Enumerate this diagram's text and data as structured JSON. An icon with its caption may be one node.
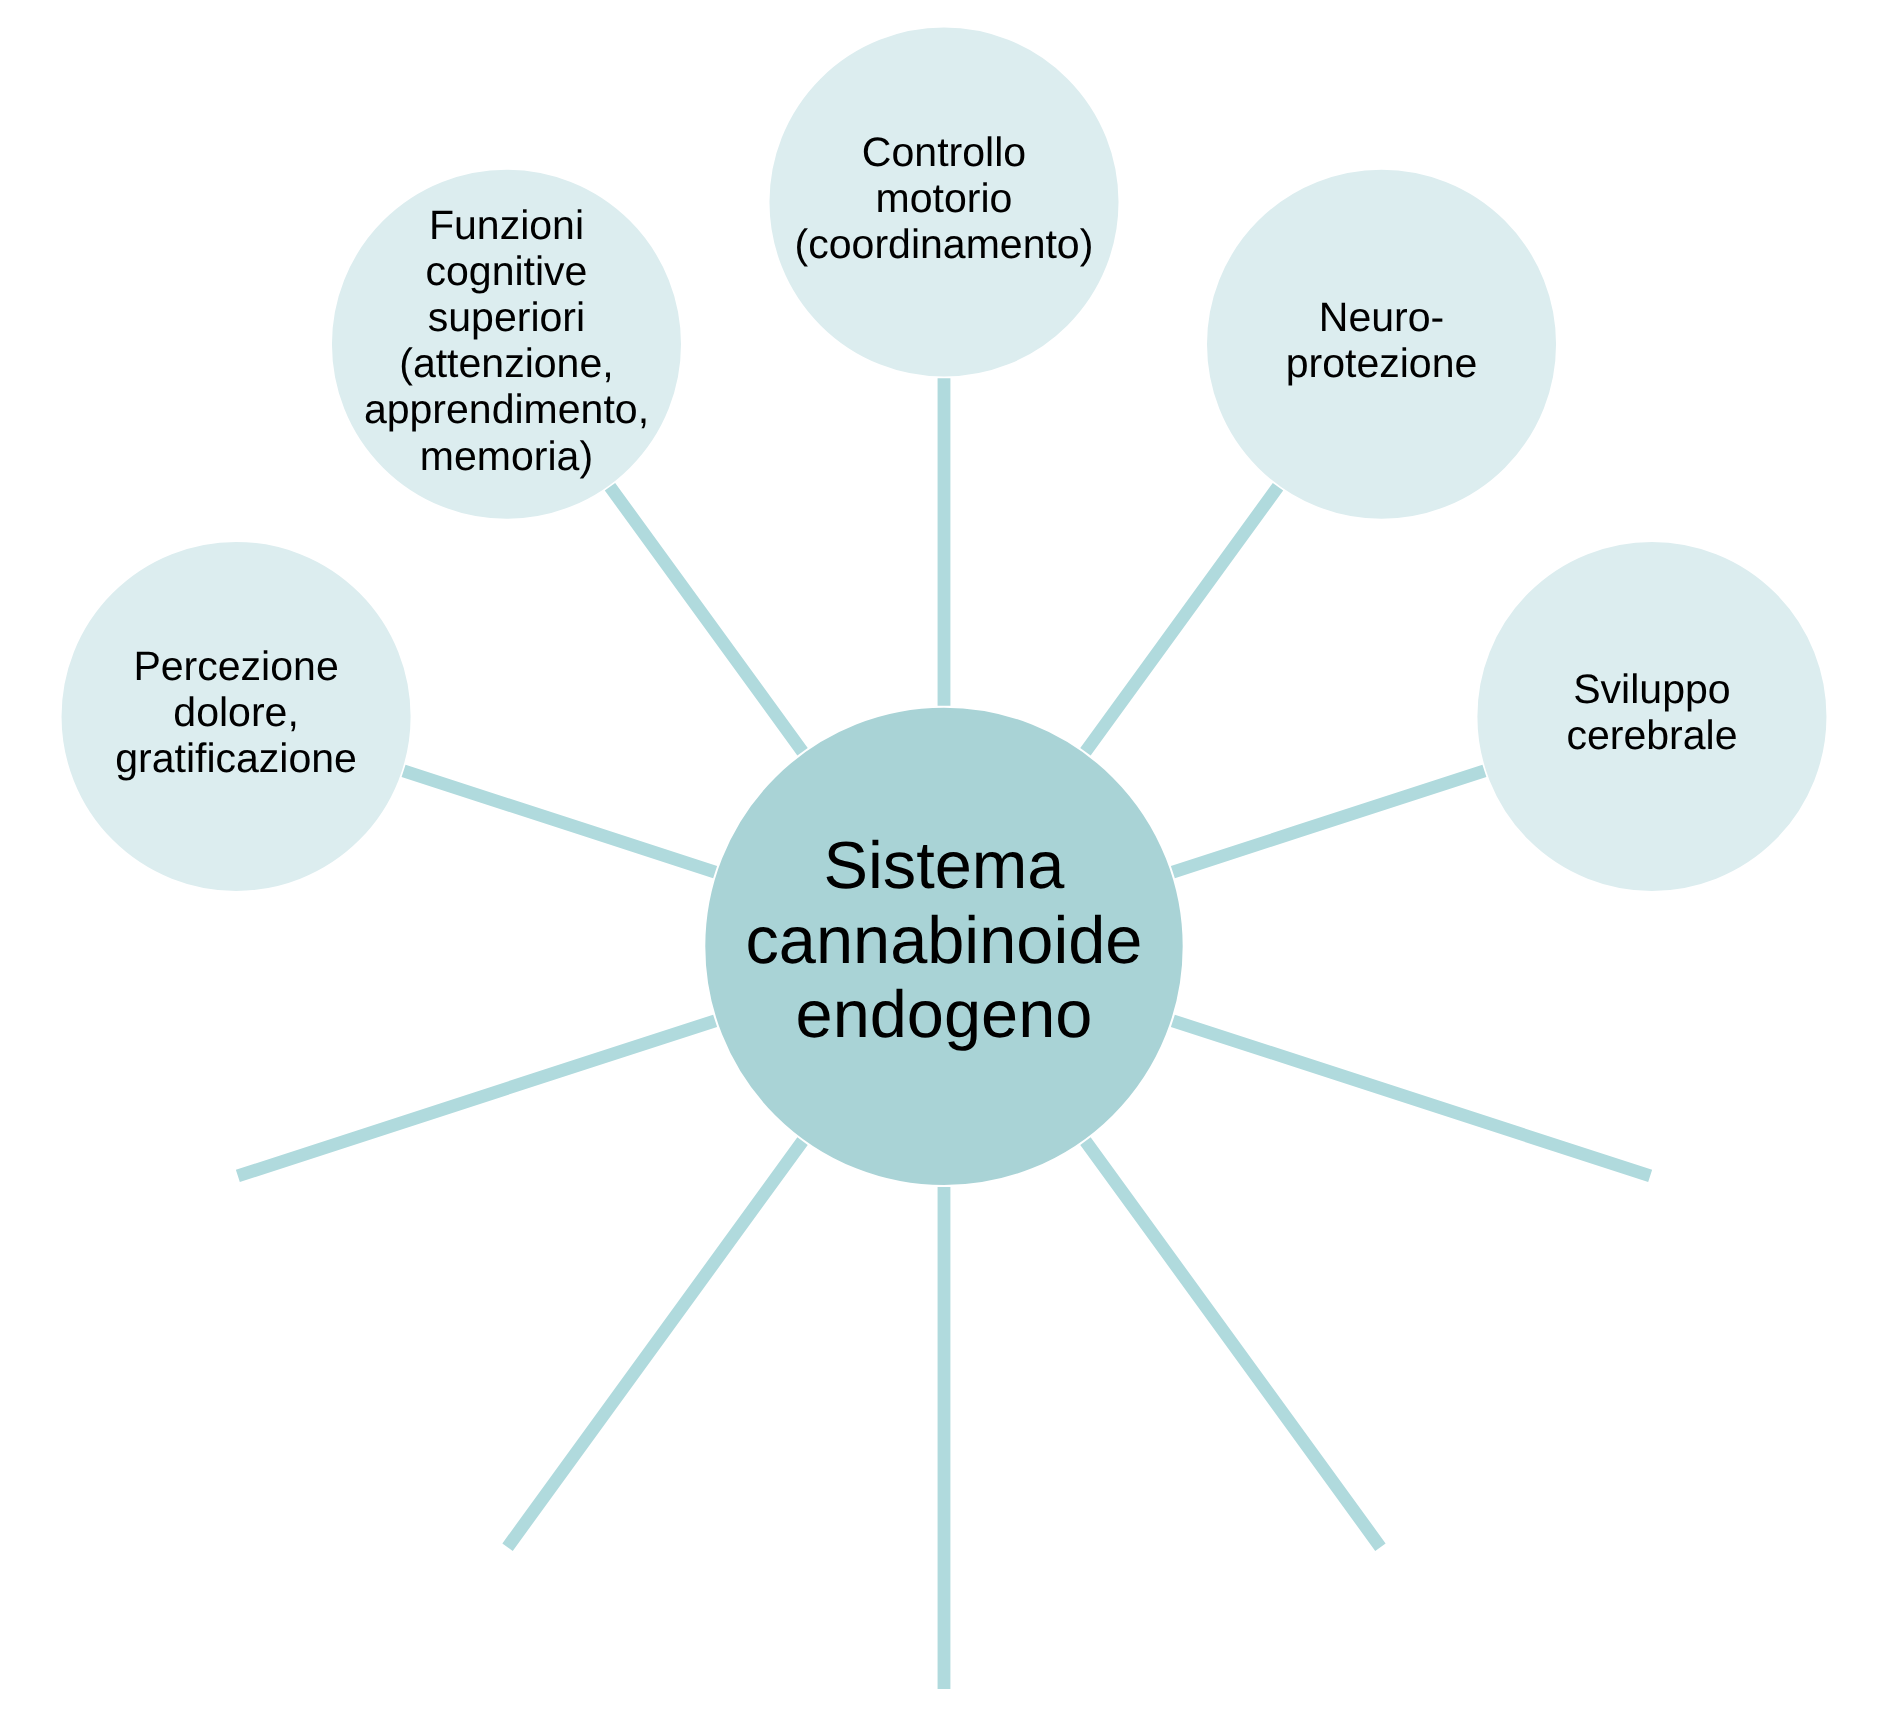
{
  "diagram": {
    "nodes": [
      {
        "text": [
          "Sistema cannabinoide endogeno"
        ]
      },
      {
        "text": [
          "Sviluppo cerebrale"
        ]
      },
      {
        "text": [
          "Neuro- protezione"
        ]
      },
      {
        "text": [
          "Controllo motorio",
          "(coordinamento)"
        ]
      },
      {
        "text": [
          "Funzioni cognitive superiori",
          "(attenzione, apprendimento, memoria)"
        ]
      },
      {
        "text": [
          "Percezione dolore, gratificazione"
        ]
      }
    ],
    "edges": [
      {
        "from": 0,
        "to": 1,
        "arrow": "none"
      },
      {
        "from": 0,
        "to": 2,
        "arrow": "none"
      },
      {
        "from": 0,
        "to": 3,
        "arrow": "none"
      },
      {
        "from": 0,
        "to": 4,
        "arrow": "none"
      },
      {
        "from": 0,
        "to": 5,
        "arrow": "none"
      },
      {
        "from": 0,
        "to": null,
        "arrow": "none"
      },
      {
        "from": 0,
        "to": null,
        "arrow": "none"
      },
      {
        "from": 0,
        "to": null,
        "arrow": "none"
      },
      {
        "from": 0,
        "to": null,
        "arrow": "none"
      },
      {
        "from": 0,
        "to": null,
        "arrow": "none"
      }
    ]
  }
}
